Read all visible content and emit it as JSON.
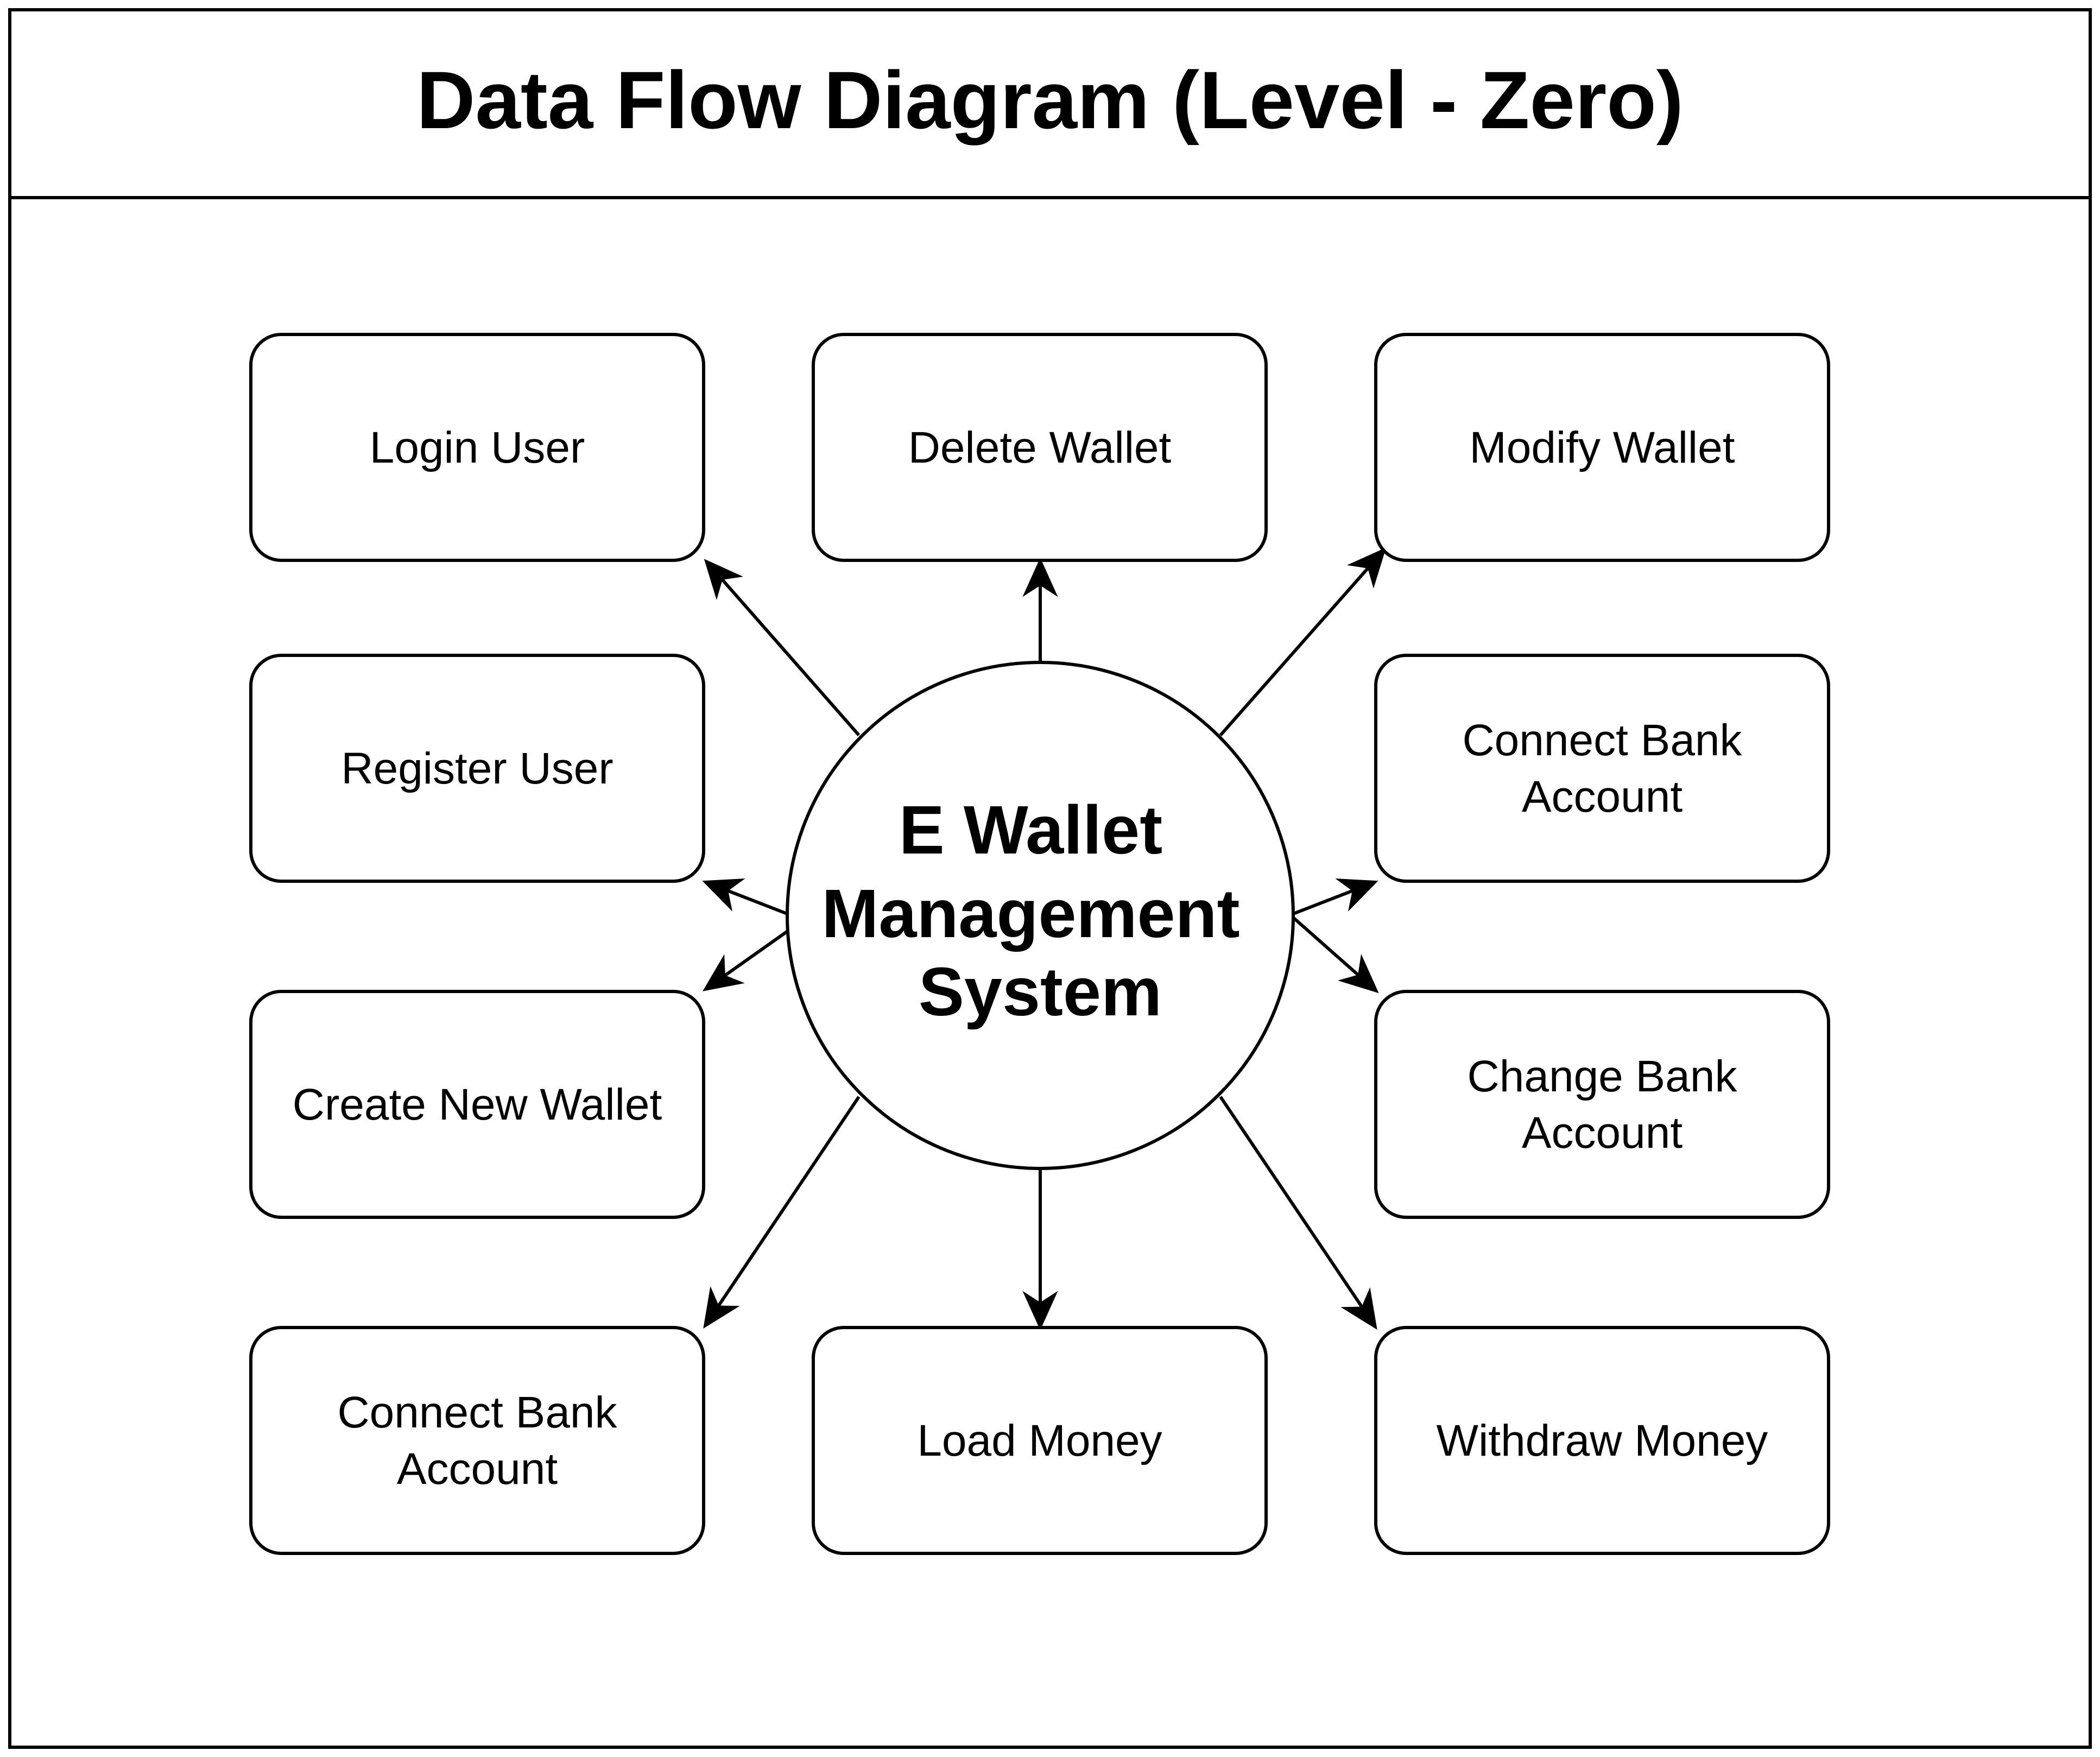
{
  "title": "Data Flow Diagram (Level - Zero)",
  "center_process": {
    "lines": [
      "E Wallet",
      "Management",
      "System"
    ]
  },
  "processes": [
    {
      "id": "login-user",
      "lines": [
        "Login User"
      ]
    },
    {
      "id": "delete-wallet",
      "lines": [
        "Delete Wallet"
      ]
    },
    {
      "id": "modify-wallet",
      "lines": [
        "Modify Wallet"
      ]
    },
    {
      "id": "register-user",
      "lines": [
        "Register User"
      ]
    },
    {
      "id": "connect-bank-account-right",
      "lines": [
        "Connect Bank",
        "Account"
      ]
    },
    {
      "id": "create-new-wallet",
      "lines": [
        "Create New Wallet"
      ]
    },
    {
      "id": "change-bank-account",
      "lines": [
        "Change Bank",
        "Account"
      ]
    },
    {
      "id": "connect-bank-account-left",
      "lines": [
        "Connect Bank",
        "Account"
      ]
    },
    {
      "id": "load-money",
      "lines": [
        "Load Money"
      ]
    },
    {
      "id": "withdraw-money",
      "lines": [
        "Withdraw Money"
      ]
    }
  ],
  "flows": [
    {
      "from": "center",
      "to": "login-user"
    },
    {
      "from": "center",
      "to": "delete-wallet"
    },
    {
      "from": "center",
      "to": "modify-wallet"
    },
    {
      "from": "center",
      "to": "register-user"
    },
    {
      "from": "center",
      "to": "connect-bank-account-right"
    },
    {
      "from": "center",
      "to": "create-new-wallet"
    },
    {
      "from": "center",
      "to": "change-bank-account"
    },
    {
      "from": "center",
      "to": "connect-bank-account-left"
    },
    {
      "from": "center",
      "to": "load-money"
    },
    {
      "from": "center",
      "to": "withdraw-money"
    }
  ]
}
